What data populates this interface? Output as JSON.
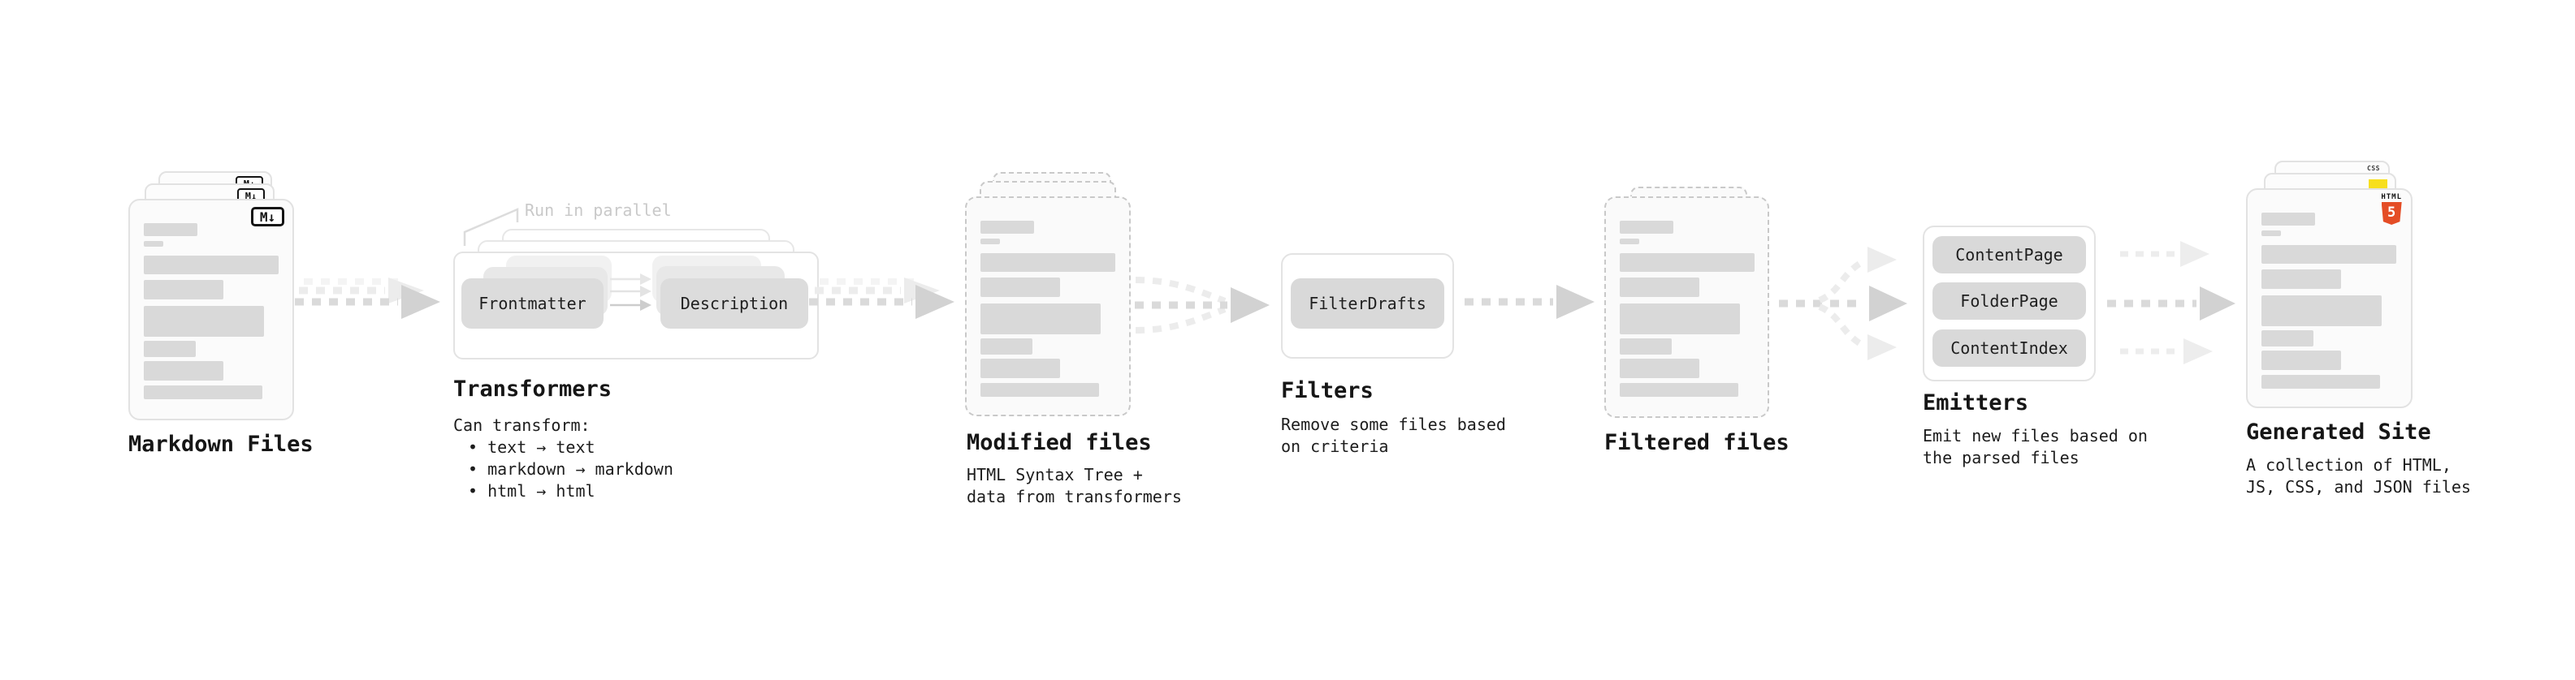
{
  "diagram": {
    "markdown": {
      "title": "Markdown Files",
      "badge": "M↓"
    },
    "transformers": {
      "title": "Transformers",
      "annotation": "Run in parallel",
      "pill_left": "Frontmatter",
      "pill_right": "Description",
      "desc_heading": "Can transform:",
      "bullets": [
        "• text → text",
        "• markdown → markdown",
        "• html → html"
      ]
    },
    "modified": {
      "title": "Modified files",
      "desc": [
        "HTML Syntax Tree +",
        "data from transformers"
      ]
    },
    "filters": {
      "title": "Filters",
      "pill": "FilterDrafts",
      "desc": [
        "Remove some files based",
        "on criteria"
      ]
    },
    "filtered": {
      "title": "Filtered files"
    },
    "emitters": {
      "title": "Emitters",
      "pills": [
        "ContentPage",
        "FolderPage",
        "ContentIndex"
      ],
      "desc": [
        "Emit new files based on",
        "the parsed files"
      ]
    },
    "generated": {
      "title": "Generated Site",
      "desc": [
        "A collection of HTML,",
        "JS, CSS, and JSON files"
      ],
      "badges": {
        "css": "CSS",
        "html_word": "HTML",
        "html_five": "5"
      }
    }
  },
  "colors": {
    "html5_orange": "#e44d26",
    "js_yellow": "#f7df1e",
    "css_blue": "#2965f1",
    "pill_gray": "#d9d9d9",
    "bar_gray": "#d9d9d9",
    "text": "#1a1a1a"
  }
}
